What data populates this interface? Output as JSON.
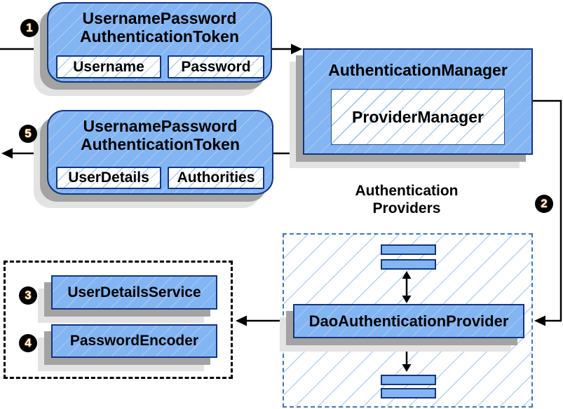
{
  "steps": {
    "one": "1",
    "two": "2",
    "three": "3",
    "four": "4",
    "five": "5"
  },
  "request_token": {
    "title_line1": "UsernamePassword",
    "title_line2": "AuthenticationToken",
    "field_left": "Username",
    "field_right": "Password"
  },
  "response_token": {
    "title_line1": "UsernamePassword",
    "title_line2": "AuthenticationToken",
    "field_left": "UserDetails",
    "field_right": "Authorities"
  },
  "authentication_manager": {
    "title": "AuthenticationManager",
    "inner_label": "ProviderManager"
  },
  "providers": {
    "heading_line1": "Authentication",
    "heading_line2": "Providers",
    "provider_label": "DaoAuthenticationProvider"
  },
  "collaborators": {
    "user_details_service": "UserDetailsService",
    "password_encoder": "PasswordEncoder"
  },
  "colors": {
    "box_fill": "#83b5f2",
    "box_border": "#15357d",
    "hatch_line": "#9ec7ef",
    "group_dashed_border": "#3f74b5",
    "dotted_border": "#000000",
    "shadow_dark": "#a3a3a3",
    "shadow_light": "#e3e3e3",
    "arrow": "#000000",
    "step_circle_bg": "#000000",
    "step_circle_text": "#ffffff"
  }
}
